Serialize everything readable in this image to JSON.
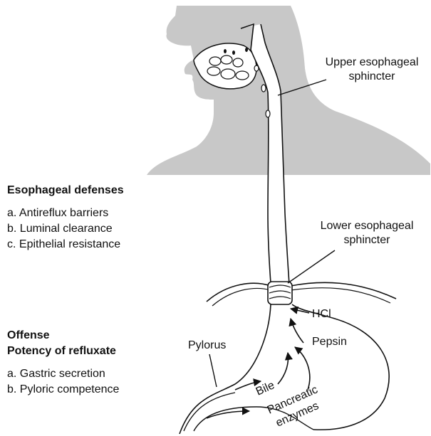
{
  "colors": {
    "silhouette": "#c8c8c8",
    "outline": "#111111",
    "background": "#ffffff",
    "organ_fill": "#ffffff"
  },
  "labels": {
    "upper_sphincter": {
      "line1": "Upper esophageal",
      "line2": "sphincter"
    },
    "lower_sphincter": {
      "line1": "Lower esophageal",
      "line2": "sphincter"
    },
    "pylorus": "Pylorus",
    "hcl": "HCl",
    "pepsin": "Pepsin",
    "bile": "Bile",
    "pancreatic": "Pancreatic",
    "enzymes": "enzymes"
  },
  "defenses": {
    "heading": "Esophageal defenses",
    "items": [
      "a.  Antireflux barriers",
      "b.  Luminal clearance",
      "c.  Epithelial resistance"
    ]
  },
  "offense": {
    "heading1": "Offense",
    "heading2": "Potency of refluxate",
    "items": [
      "a.  Gastric secretion",
      "b.  Pyloric competence"
    ]
  },
  "icons": [
    "head-silhouette",
    "esophagus-tube",
    "stomach-outline",
    "sphincter-band",
    "reflux-arrow"
  ]
}
